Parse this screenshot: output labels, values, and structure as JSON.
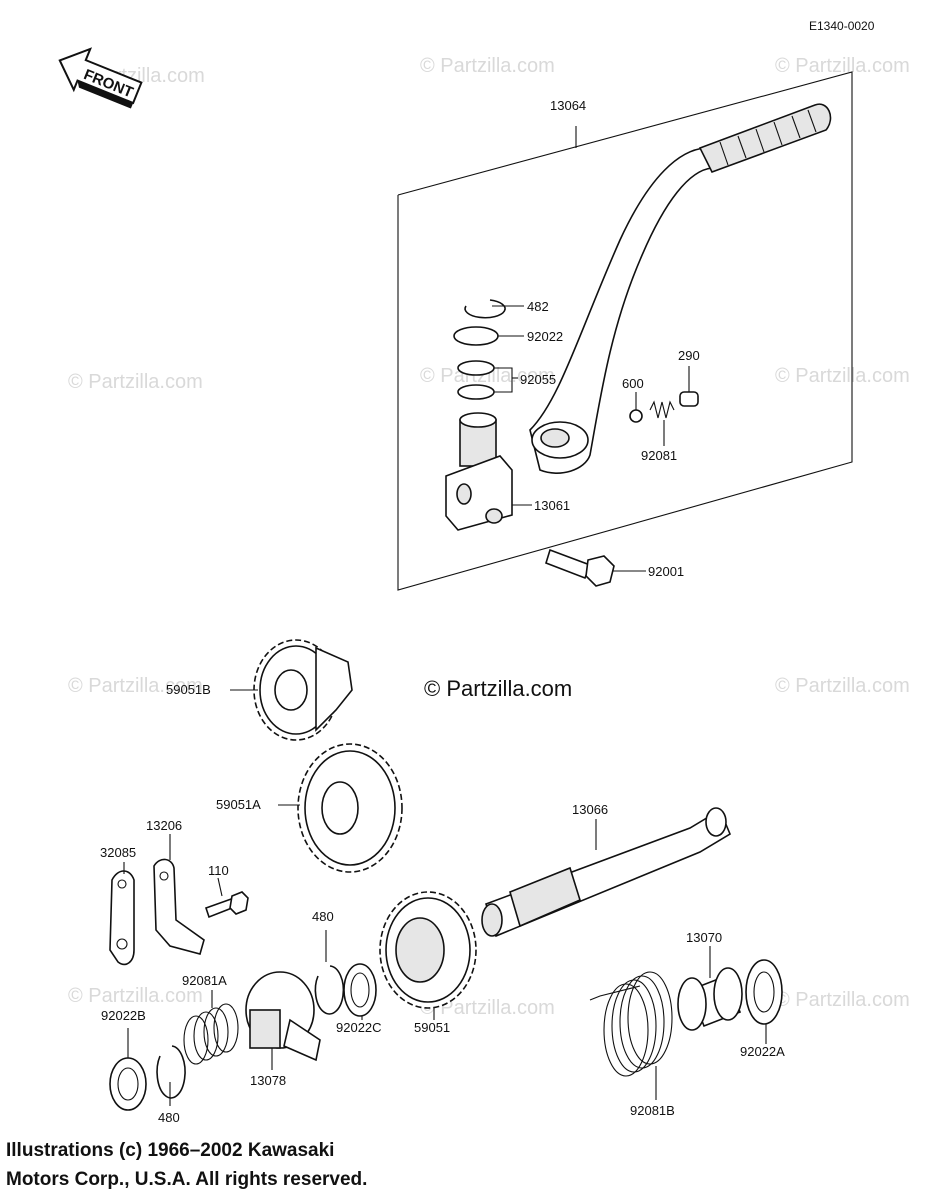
{
  "diagram": {
    "ref_code": "E1340-0020",
    "front_label": "FRONT",
    "watermark_big": "© Partzilla.com",
    "watermark_small": "© Partzilla.com",
    "copyright_line1": "Illustrations (c) 1966–2002 Kawasaki",
    "copyright_line2": "Motors Corp., U.S.A.  All rights reserved."
  },
  "parts": {
    "p13064": "13064",
    "p482": "482",
    "p92022": "92022",
    "p92055": "92055",
    "p290": "290",
    "p600": "600",
    "p92081": "92081",
    "p13061": "13061",
    "p92001": "92001",
    "p59051B": "59051B",
    "p59051A": "59051A",
    "p13066": "13066",
    "p32085": "32085",
    "p13206": "13206",
    "p110": "110",
    "p480a": "480",
    "p92081A": "92081A",
    "p92022B": "92022B",
    "p480b": "480",
    "p13078": "13078",
    "p92022C": "92022C",
    "p59051": "59051",
    "p13070": "13070",
    "p92022A": "92022A",
    "p92081B": "92081B"
  }
}
